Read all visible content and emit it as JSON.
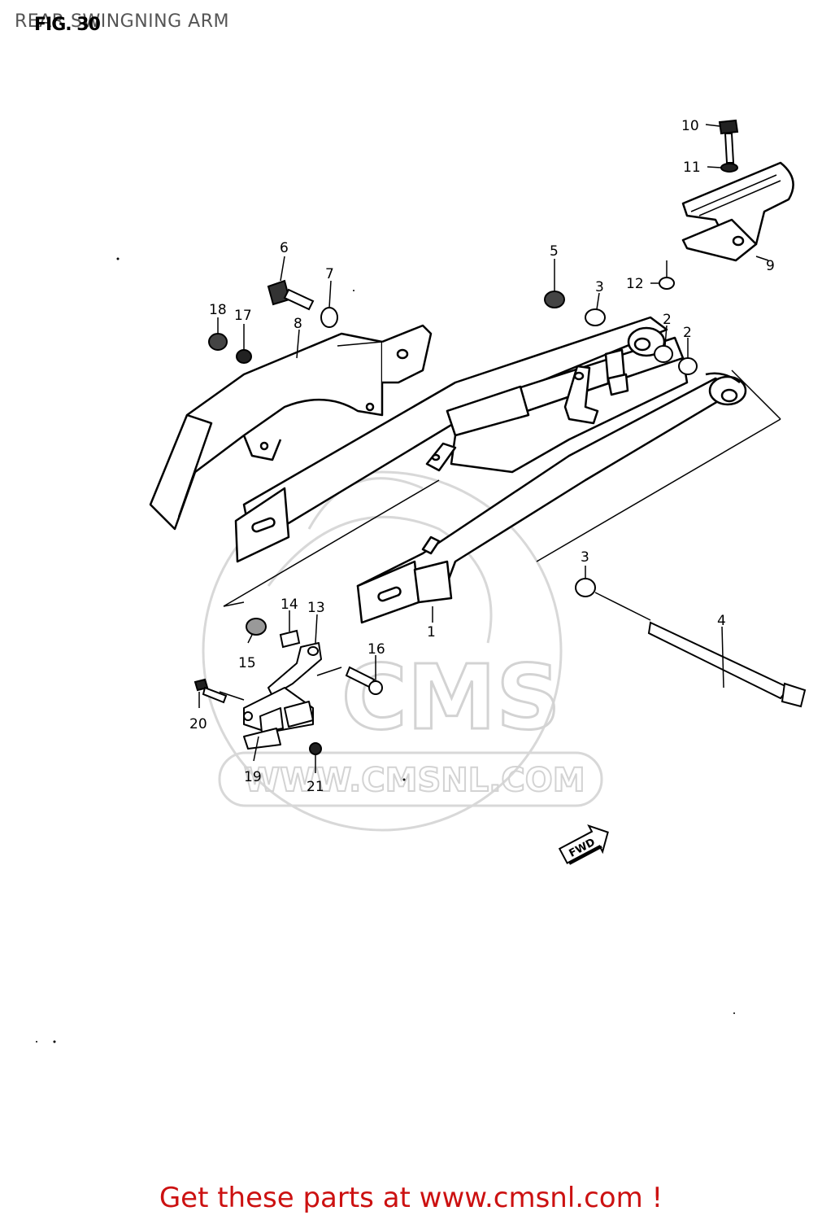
{
  "header": {
    "title": "REAR SWINGNING ARM",
    "figure_label": "FIG. 30"
  },
  "watermark": {
    "brand": "CMS",
    "url": "WWW.CMSNL.COM"
  },
  "callouts": [
    "1",
    "2",
    "2",
    "3",
    "3",
    "4",
    "5",
    "6",
    "7",
    "8",
    "9",
    "10",
    "11",
    "12",
    "13",
    "14",
    "15",
    "16",
    "17",
    "18",
    "19",
    "20",
    "21"
  ],
  "fwd_label": "FWD",
  "footer": {
    "text": "Get these parts at www.cmsnl.com !",
    "color": "#cc1111"
  }
}
